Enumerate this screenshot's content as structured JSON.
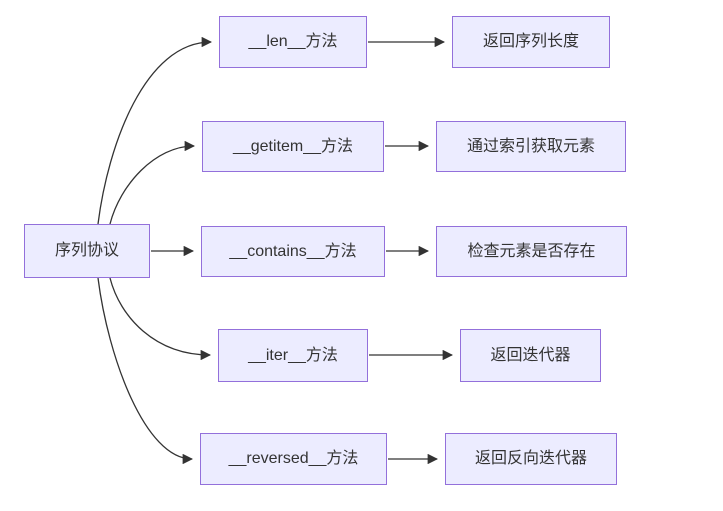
{
  "diagram": {
    "type": "flowchart-left-to-right",
    "colors": {
      "background": "#ffffff",
      "node_fill": "#ECECFF",
      "node_border": "#9370DB",
      "text": "#333333",
      "arrow": "#333333"
    },
    "root": {
      "label": "序列协议"
    },
    "rows": [
      {
        "method": "__len__方法",
        "description": "返回序列长度"
      },
      {
        "method": "__getitem__方法",
        "description": "通过索引获取元素"
      },
      {
        "method": "__contains__方法",
        "description": "检查元素是否存在"
      },
      {
        "method": "__iter__方法",
        "description": "返回迭代器"
      },
      {
        "method": "__reversed__方法",
        "description": "返回反向迭代器"
      }
    ]
  }
}
